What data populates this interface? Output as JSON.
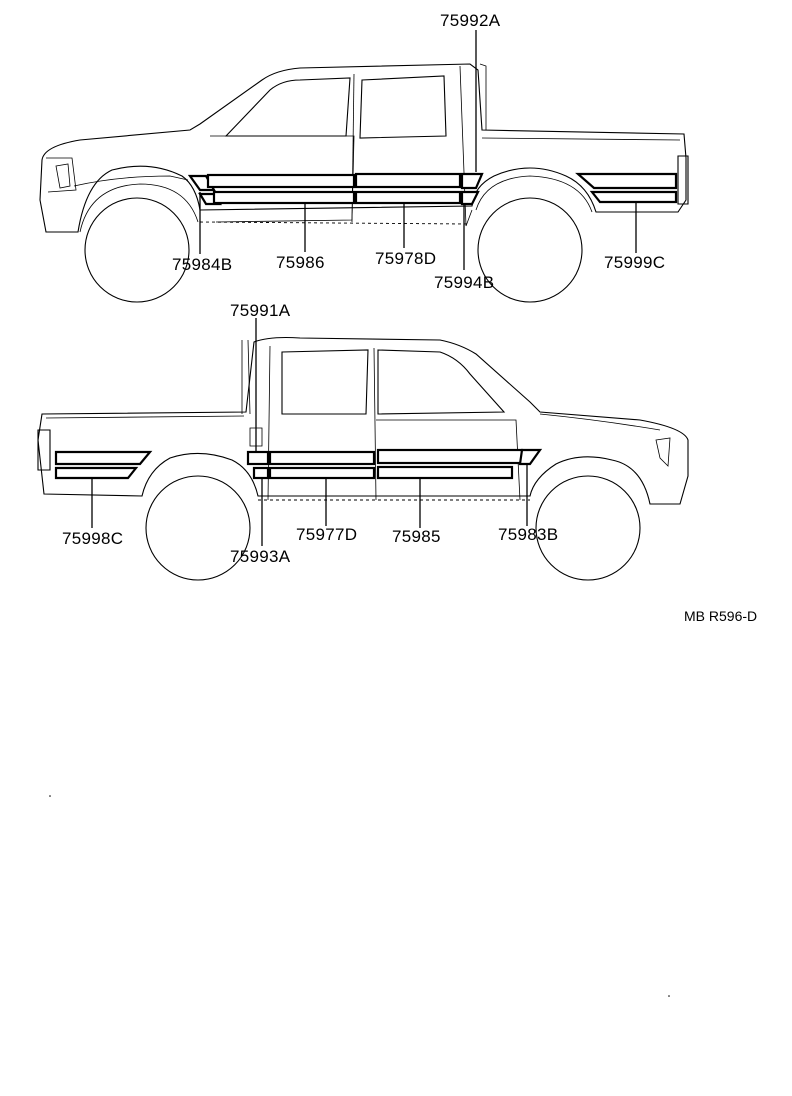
{
  "diagram_code": "MB R596-D",
  "top_view_labels": {
    "p75992A": "75992A",
    "p75984B": "75984B",
    "p75986": "75986",
    "p75978D": "75978D",
    "p75994B": "75994B",
    "p75999C": "75999C"
  },
  "bottom_view_labels": {
    "p75991A": "75991A",
    "p75998C": "75998C",
    "p75993A": "75993A",
    "p75977D": "75977D",
    "p75985": "75985",
    "p75983B": "75983B"
  }
}
